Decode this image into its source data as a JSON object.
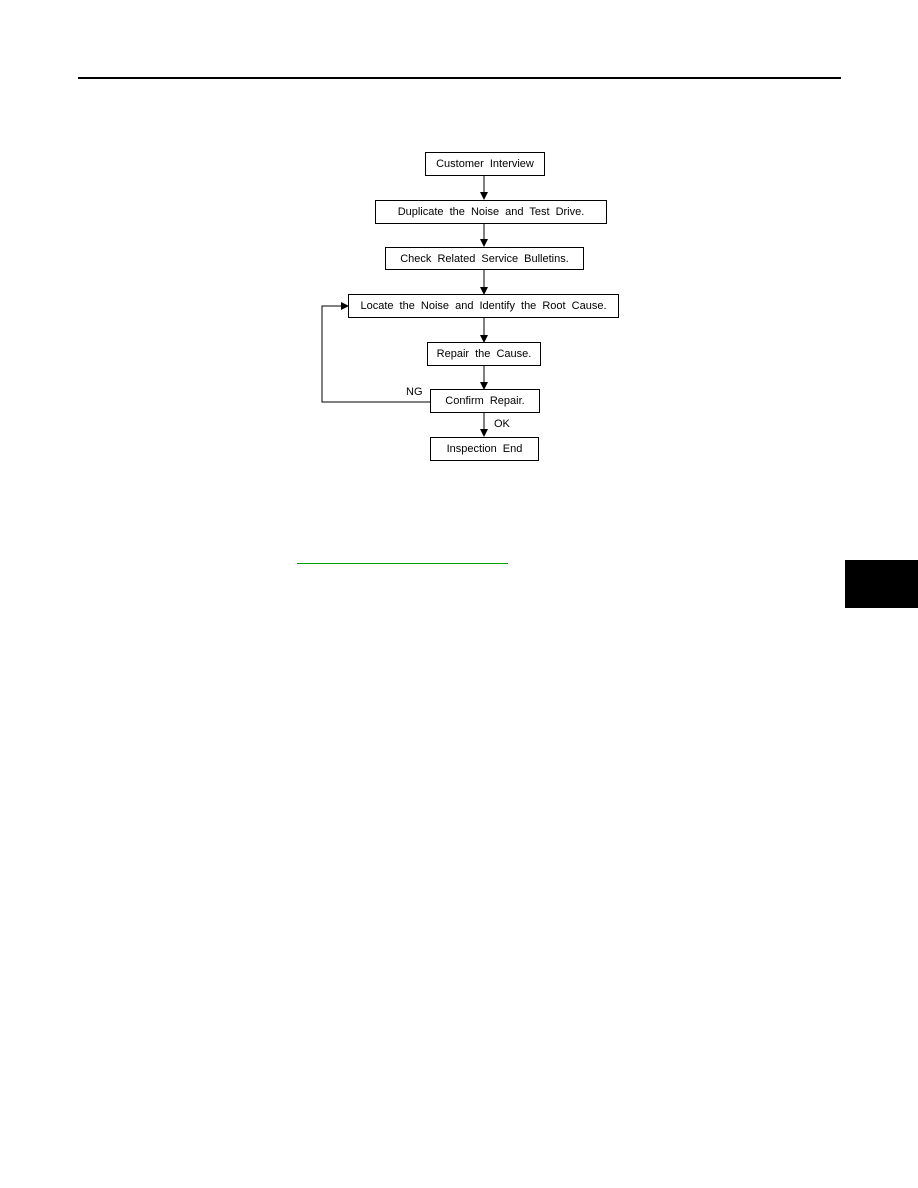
{
  "diagram": {
    "nodes": [
      {
        "id": "customer-interview",
        "label": "Customer Interview"
      },
      {
        "id": "duplicate-noise",
        "label": "Duplicate the Noise and Test Drive."
      },
      {
        "id": "check-bulletins",
        "label": "Check Related Service Bulletins."
      },
      {
        "id": "locate-noise",
        "label": "Locate the Noise and Identify the Root Cause."
      },
      {
        "id": "repair-cause",
        "label": "Repair the Cause."
      },
      {
        "id": "confirm-repair",
        "label": "Confirm Repair."
      },
      {
        "id": "inspection-end",
        "label": "Inspection End"
      }
    ],
    "edges": [
      {
        "from": "customer-interview",
        "to": "duplicate-noise",
        "label": ""
      },
      {
        "from": "duplicate-noise",
        "to": "check-bulletins",
        "label": ""
      },
      {
        "from": "check-bulletins",
        "to": "locate-noise",
        "label": ""
      },
      {
        "from": "locate-noise",
        "to": "repair-cause",
        "label": ""
      },
      {
        "from": "repair-cause",
        "to": "confirm-repair",
        "label": ""
      },
      {
        "from": "confirm-repair",
        "to": "inspection-end",
        "label": "OK"
      },
      {
        "from": "confirm-repair",
        "to": "locate-noise",
        "label": "NG"
      }
    ]
  },
  "colors": {
    "line": "#000000",
    "link_underline": "#00a000",
    "side_tab": "#000000"
  }
}
